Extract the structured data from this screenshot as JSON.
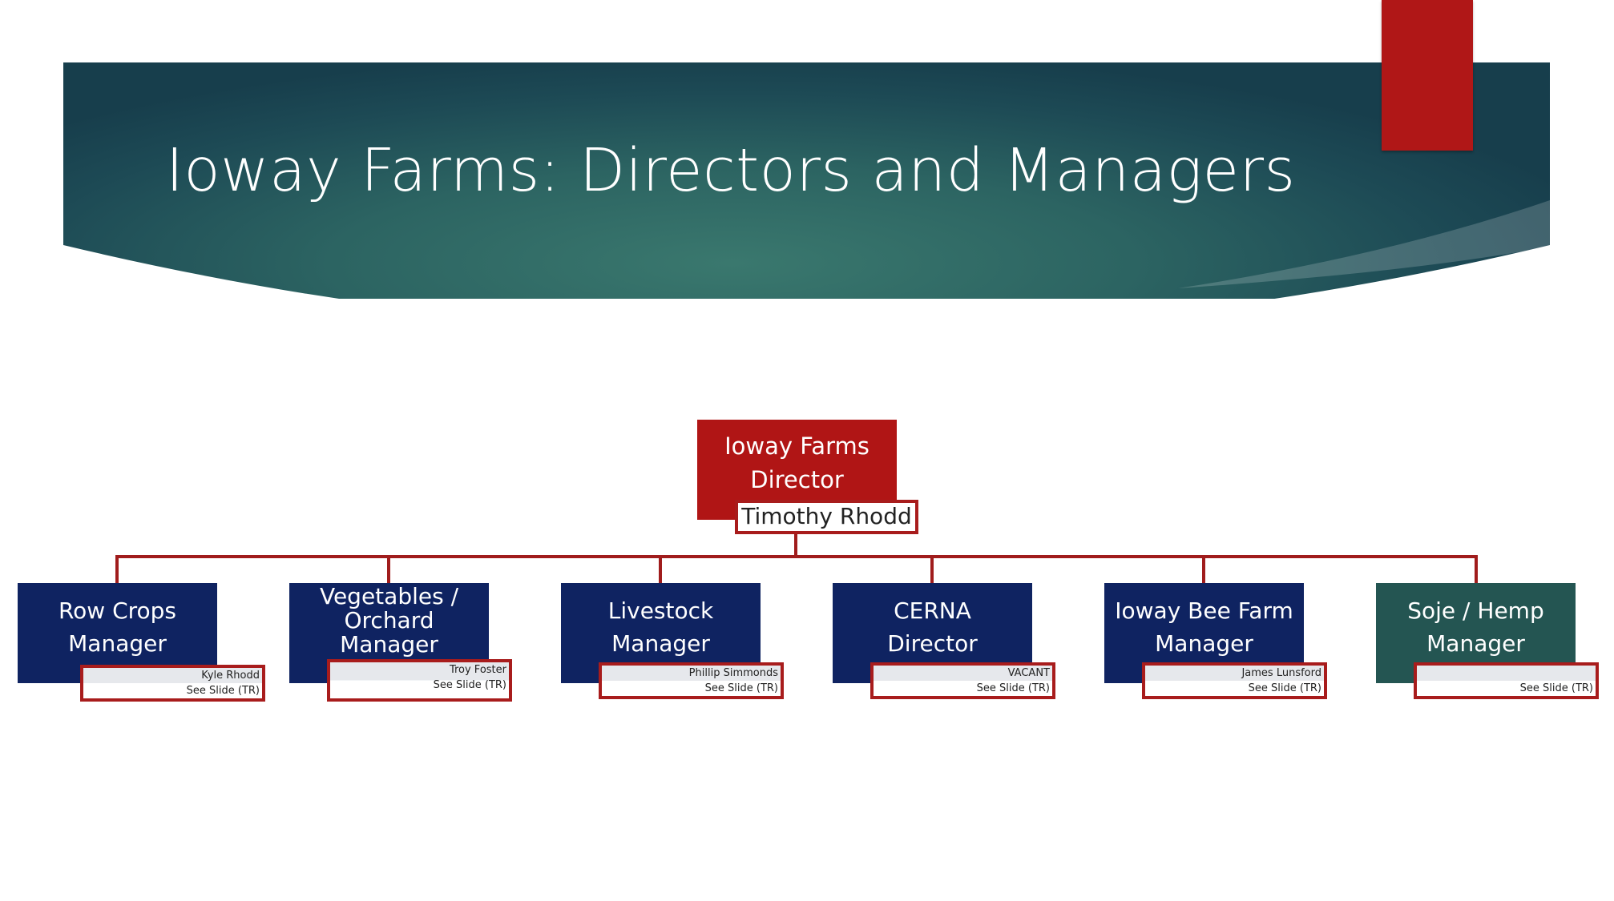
{
  "slide": {
    "title": "Ioway Farms: Directors and Managers",
    "colors": {
      "banner": "#2c6462",
      "accent_red": "#b01515",
      "navy": "#0f2361",
      "teal": "#245552",
      "connector": "#a01c1c"
    }
  },
  "org_chart": {
    "root": {
      "title": "Ioway Farms Director",
      "title_line1": "Ioway Farms",
      "title_line2": "Director",
      "name": "Timothy Rhodd"
    },
    "children": [
      {
        "title_line1": "Row Crops",
        "title_line2": "Manager",
        "name": "Kyle Rhodd",
        "note": "See Slide (TR)"
      },
      {
        "title_line1": "Vegetables / Orchard",
        "title_line2": "Manager",
        "name": "Troy Foster",
        "note": "See Slide (TR)"
      },
      {
        "title_line1": "Livestock",
        "title_line2": "Manager",
        "name": "Phillip Simmonds",
        "note": "See Slide (TR)"
      },
      {
        "title_line1": "CERNA",
        "title_line2": "Director",
        "name": "VACANT",
        "note": "See Slide (TR)"
      },
      {
        "title_line1": "Ioway Bee Farm",
        "title_line2": "Manager",
        "name": "James Lunsford",
        "note": "See Slide (TR)"
      },
      {
        "title_line1": "Soje / Hemp",
        "title_line2": "Manager",
        "name": "",
        "note": "See Slide (TR)"
      }
    ]
  }
}
